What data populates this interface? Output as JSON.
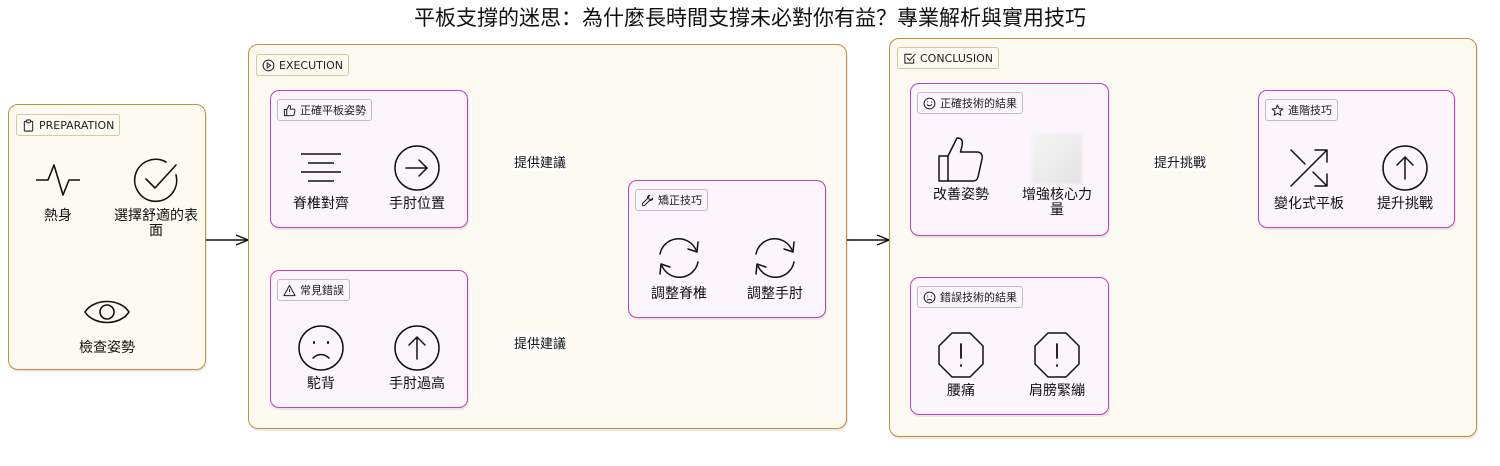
{
  "title": "平板支撐的迷思：為什麼長時間支撐未必對你有益？專業解析與實用技巧",
  "preparation": {
    "tag": "PREPARATION",
    "items": [
      "熱身",
      "選擇舒適的表面",
      "檢查姿勢"
    ]
  },
  "execution": {
    "tag": "EXECUTION",
    "correct": {
      "tag": "正確平板姿勢",
      "items": [
        "脊椎對齊",
        "手肘位置"
      ]
    },
    "mistakes": {
      "tag": "常見錯誤",
      "items": [
        "駝背",
        "手肘過高"
      ]
    },
    "fix": {
      "tag": "矯正技巧",
      "items": [
        "調整脊椎",
        "調整手肘"
      ]
    }
  },
  "conclusion": {
    "tag": "CONCLUSION",
    "good": {
      "tag": "正確技術的結果",
      "items": [
        "改善姿勢",
        "增強核心力量"
      ]
    },
    "bad": {
      "tag": "錯誤技術的結果",
      "items": [
        "腰痛",
        "肩膀緊繃"
      ]
    },
    "advanced": {
      "tag": "進階技巧",
      "items": [
        "變化式平板",
        "提升挑戰"
      ]
    }
  },
  "edges": {
    "advice": "提供建議",
    "advice2": "提供建議",
    "challenge": "提升挑戰"
  },
  "icons": {
    "preparation": "clipboard-icon",
    "execution": "play-circle-icon",
    "conclusion": "checkbox-icon",
    "correct": "thumbs-up-icon",
    "mistakes": "warning-icon",
    "fix": "wrench-icon",
    "good": "smile-icon",
    "bad": "frown-icon",
    "advanced": "star-icon"
  }
}
